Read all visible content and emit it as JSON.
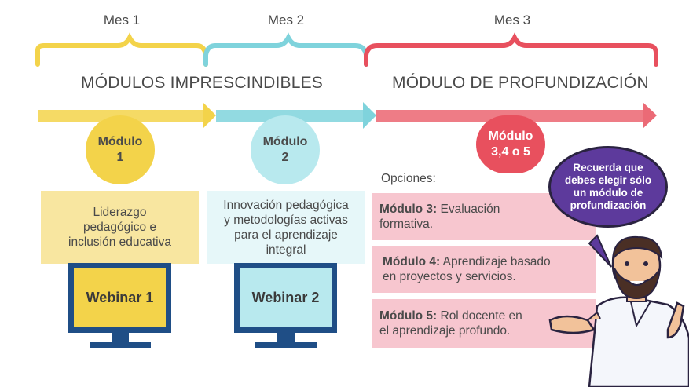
{
  "months": {
    "m1": "Mes 1",
    "m2": "Mes 2",
    "m3": "Mes 3"
  },
  "sections": {
    "left": "MÓDULOS IMPRESCINDIBLES",
    "right": "MÓDULO DE PROFUNDIZACIÓN"
  },
  "modules": {
    "m1": {
      "line1": "Módulo",
      "line2": "1"
    },
    "m2": {
      "line1": "Módulo",
      "line2": "2"
    },
    "m3": {
      "line1": "Módulo",
      "line2": "3,4 o 5"
    }
  },
  "cards": {
    "c1": {
      "line1": "Liderazgo",
      "line2": "pedagógico e",
      "line3": "inclusión educativa"
    },
    "c2": {
      "line1": "Innovación pedagógica",
      "line2": "y metodologías activas",
      "line3": "para el aprendizaje",
      "line4": "integral"
    }
  },
  "webinars": {
    "w1": "Webinar 1",
    "w2": "Webinar 2"
  },
  "options": {
    "title": "Opciones:",
    "items": [
      {
        "label": "Módulo 3:",
        "text1": " Evaluación",
        "text2": "formativa."
      },
      {
        "label": "Módulo 4:",
        "text1": " Aprendizaje basado",
        "text2": "en proyectos y servicios."
      },
      {
        "label": "Módulo 5:",
        "text1": " Rol docente en",
        "text2": "el aprendizaje profundo."
      }
    ]
  },
  "bubble": {
    "line1": "Recuerda que",
    "line2": "debes elegir sólo",
    "line3": "un módulo de",
    "line4": "profundización"
  },
  "colors": {
    "yellow": "#f3d34a",
    "cyan": "#7fd3dc",
    "red": "#e8505e",
    "pink": "#f7c6cf",
    "navy": "#1f4e86",
    "purple": "#5d3a9c"
  }
}
